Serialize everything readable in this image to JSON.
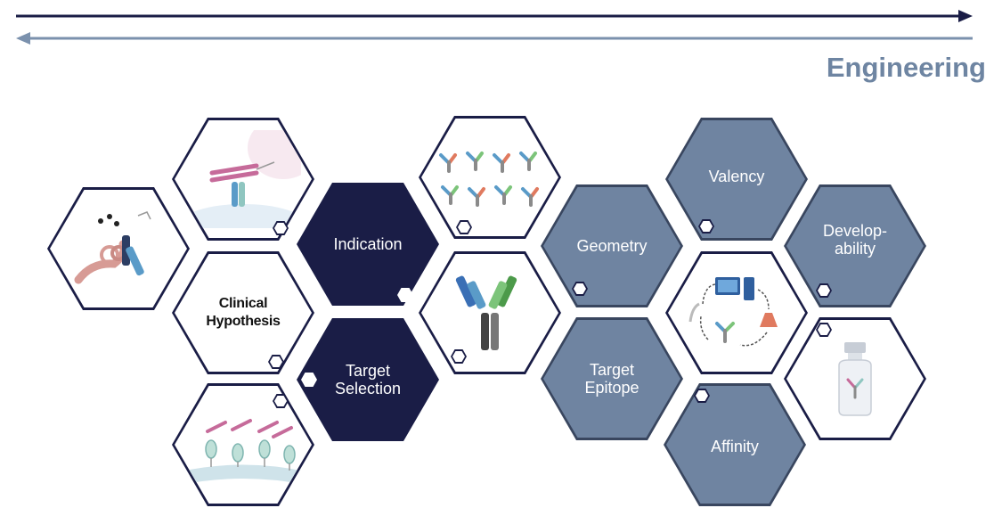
{
  "heading": "Engineering",
  "colors": {
    "navy": "#1a1d46",
    "slate": "#6f84a1",
    "slate_border": "#39465f",
    "heading": "#6e85a2",
    "arrow_forward": "#1a1d46",
    "arrow_back": "#7b91ad"
  },
  "hexagons": [
    {
      "id": "hex-immune-cell",
      "style": "outline",
      "label": "",
      "icon": "antibody-binding-receptor-icon"
    },
    {
      "id": "hex-cell-binding",
      "style": "outline",
      "label": "",
      "icon": "antibody-cell-surface-icon"
    },
    {
      "id": "hex-clinical-hypothesis",
      "style": "outline",
      "label": "Clinical Hypothesis"
    },
    {
      "id": "hex-membrane-receptors",
      "style": "outline",
      "label": "",
      "icon": "membrane-receptors-icon"
    },
    {
      "id": "hex-indication",
      "style": "navy",
      "label": "Indication"
    },
    {
      "id": "hex-target-selection",
      "style": "navy",
      "label": "Target Selection"
    },
    {
      "id": "hex-antibody-library",
      "style": "outline",
      "label": "",
      "icon": "antibody-library-icon"
    },
    {
      "id": "hex-bispecific-antibody",
      "style": "outline",
      "label": "",
      "icon": "bispecific-antibody-icon"
    },
    {
      "id": "hex-geometry",
      "style": "slate",
      "label": "Geometry"
    },
    {
      "id": "hex-target-epitope",
      "style": "slate",
      "label": "Target Epitope"
    },
    {
      "id": "hex-valency",
      "style": "slate",
      "label": "Valency"
    },
    {
      "id": "hex-computational-design",
      "style": "outline",
      "label": "",
      "icon": "computational-design-cycle-icon"
    },
    {
      "id": "hex-affinity",
      "style": "slate",
      "label": "Affinity"
    },
    {
      "id": "hex-developability",
      "style": "slate",
      "label": "Develop-ability"
    },
    {
      "id": "hex-drug-vial",
      "style": "outline",
      "label": "",
      "icon": "drug-vial-icon"
    }
  ]
}
